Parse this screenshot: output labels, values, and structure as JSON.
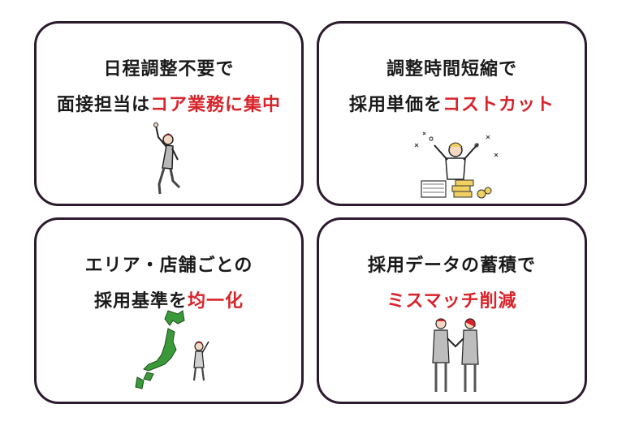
{
  "cards": [
    {
      "line1": "日程調整不要で",
      "line2_black": "面接担当は",
      "line2_red": "コア業務に集中",
      "illustration": "person-jumping-icon"
    },
    {
      "line1": "調整時間短縮で",
      "line2_black": "採用単価を",
      "line2_red": "コストカット",
      "illustration": "celebrating-person-with-money-icon"
    },
    {
      "line1": "エリア・店舗ごとの",
      "line2_black": "採用基準を",
      "line2_red": "均一化",
      "illustration": "japan-map-icon"
    },
    {
      "line1": "採用データの蓄積で",
      "line2_black": "",
      "line2_red": "ミスマッチ削減",
      "illustration": "handshake-icon"
    }
  ],
  "colors": {
    "border": "#2c1a2e",
    "text": "#1a1a1a",
    "accent": "#d8232a",
    "map": "#3a9a3a"
  }
}
